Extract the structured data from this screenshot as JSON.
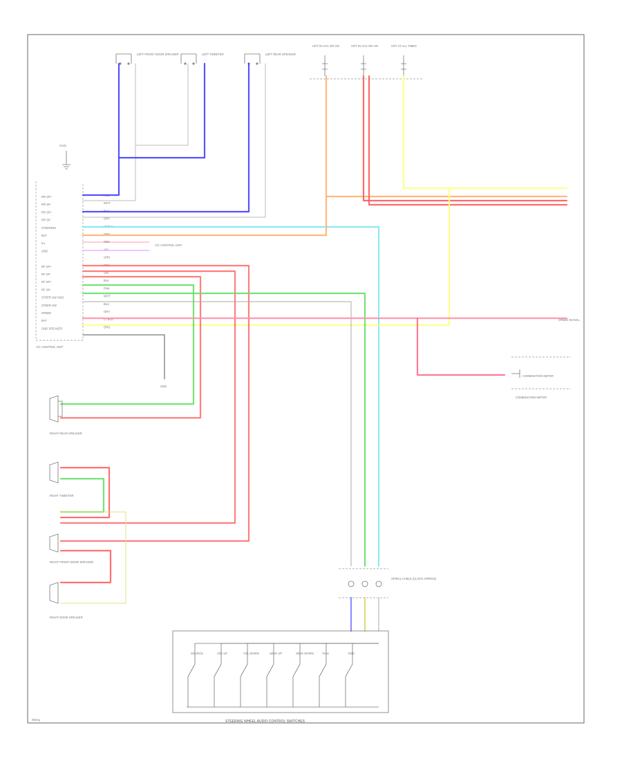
{
  "diagram": {
    "footer_left": "Wiring",
    "bottom_component": "STEERING WHEEL AUDIO CONTROL SWITCHES",
    "spiral_cable": "SPIRAL CABLE (CLOCK SPRING)",
    "control_unit": "A/C CONTROL UNIT",
    "combination_meter": "COMBINATION METER",
    "ground_label": "G101",
    "top_speakers": [
      {
        "label": "LEFT FRONT DOOR SPEAKER"
      },
      {
        "label": "LEFT TWEETER"
      },
      {
        "label": "LEFT REAR SPEAKER"
      }
    ],
    "fuse_blocks": [
      {
        "label": "HOT IN ACC OR ON"
      },
      {
        "label": "HOT IN ACC OR ON"
      },
      {
        "label": "HOT AT ALL TIMES"
      }
    ],
    "left_speakers": [
      {
        "label": "RIGHT REAR SPEAKER"
      },
      {
        "label": "RIGHT TWEETER"
      },
      {
        "label": "RIGHT FRONT DOOR SPEAKER"
      },
      {
        "label": "RIGHT DOOR SPEAKER"
      }
    ],
    "switch_labels": [
      "SOURCE",
      "VOL UP",
      "VOL DOWN",
      "SEEK UP",
      "SEEK DOWN",
      "TALK",
      "END"
    ],
    "pins": [
      "RR SP+",
      "RR SP-",
      "RR SP+",
      "RR SP-",
      "STEERING",
      "BAT",
      "ILL",
      "GND",
      "",
      "RF SP+",
      "RF SP-",
      "RF SP+",
      "RF SP-",
      "STEER SW GND",
      "STEER SW",
      "SPEED",
      "BAT",
      "GND SPEAKER"
    ],
    "wire_codes": [
      "PNK",
      "WHT",
      "BLU",
      "GRY",
      "LT BLU",
      "ORG",
      "RED",
      "YEL",
      "GRN",
      "BRN",
      "VIO",
      "BLK"
    ],
    "side_note": "A/C CONTROL UNIT",
    "gauge_note": "COMBINATION METER",
    "right_note": "SPEED SIGNAL",
    "sub_note": "GND"
  }
}
